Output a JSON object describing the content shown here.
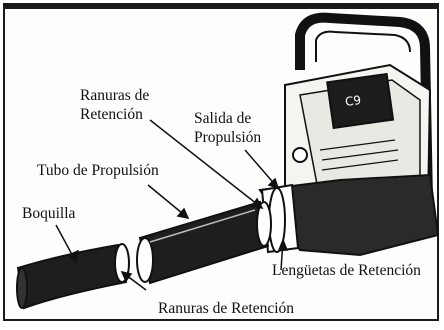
{
  "labels": {
    "ranuras_top_line1": "Ranuras  de",
    "ranuras_top_line2": "Retención",
    "salida_line1": "Salida de",
    "salida_line2": "Propulsión",
    "tubo": "Tubo de Propulsión",
    "boquilla": "Boquilla",
    "lenguetas": "Lengüetas de Retención",
    "ranuras_bottom": "Ranuras de Retención"
  },
  "device_display": {
    "panel_text": "C9"
  }
}
